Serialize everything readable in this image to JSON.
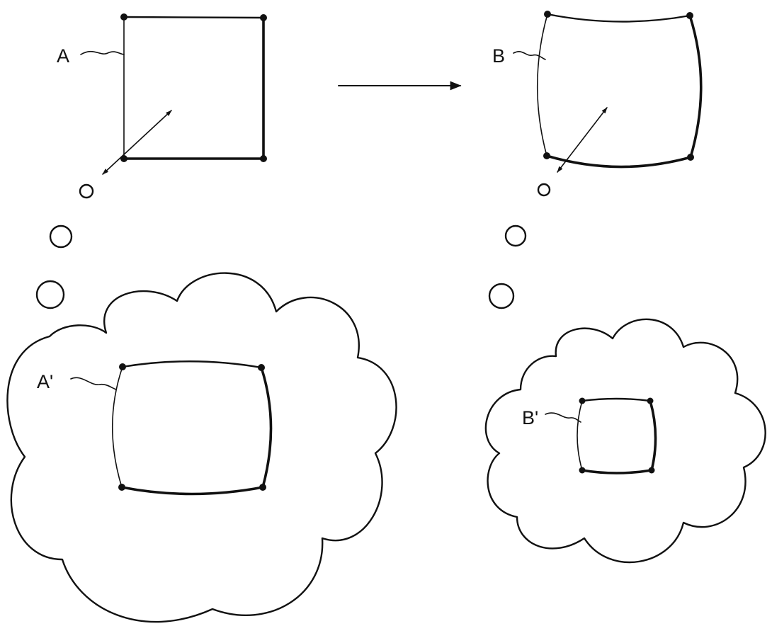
{
  "labels": {
    "a": "A",
    "b": "B",
    "a_prime": "A'",
    "b_prime": "B'"
  }
}
